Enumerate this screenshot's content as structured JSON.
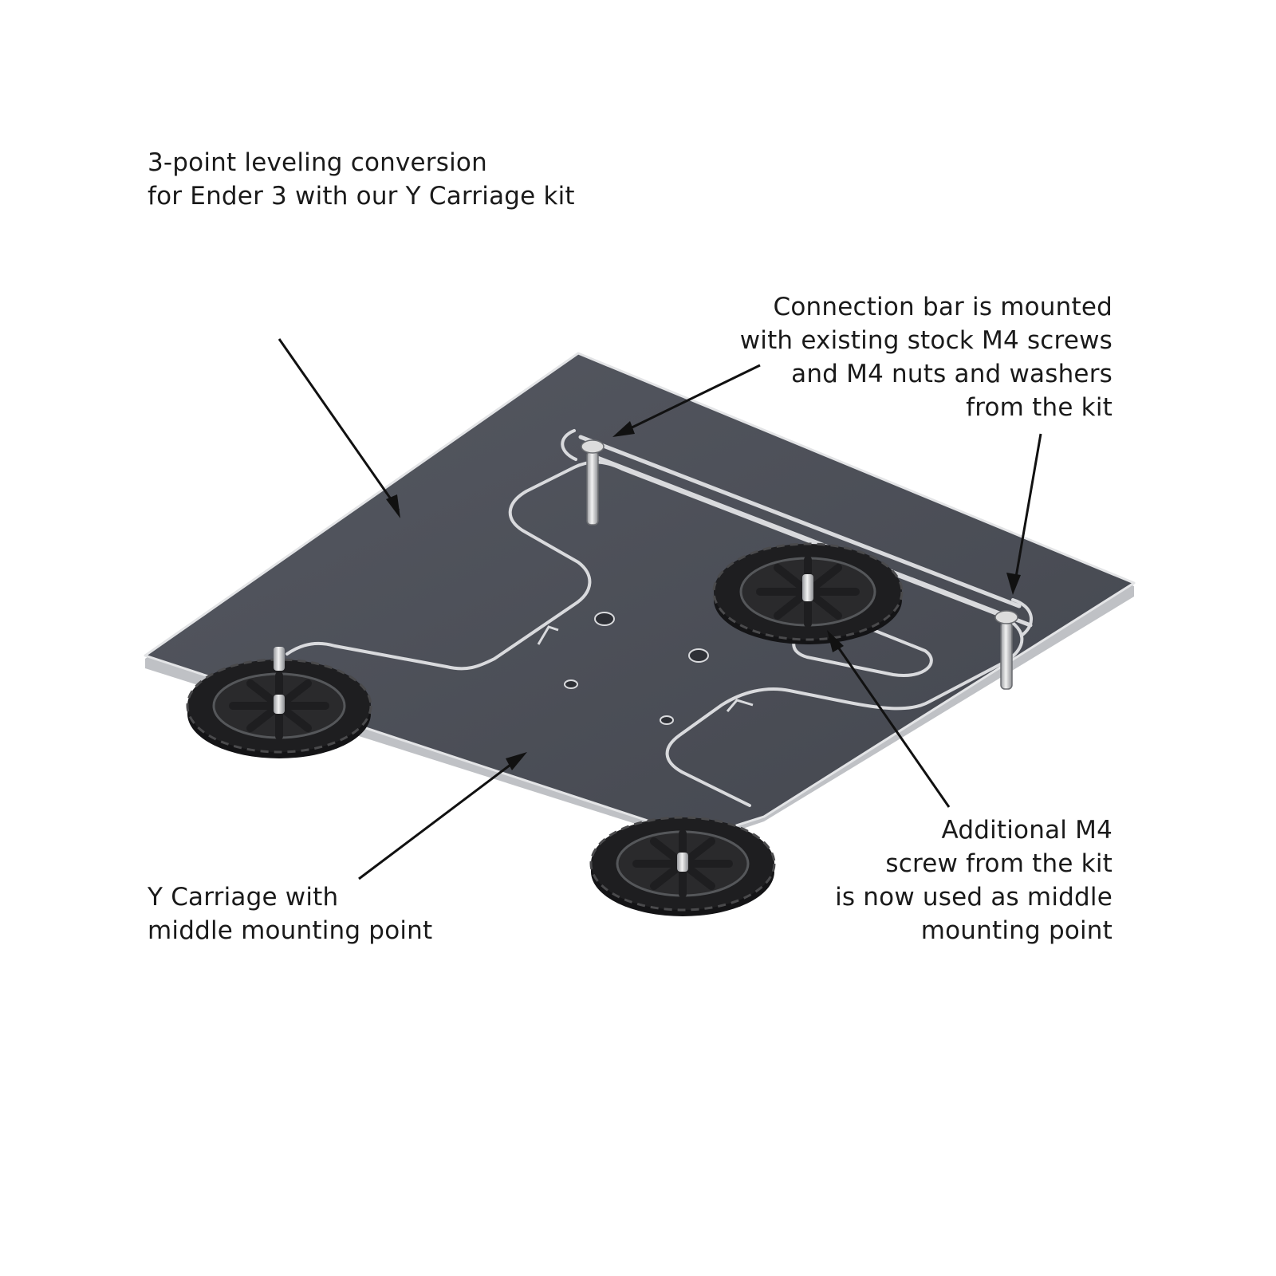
{
  "title": {
    "lines": [
      "3-point leveling conversion",
      "for Ender 3 with our Y Carriage kit"
    ]
  },
  "callouts": {
    "connection_bar": {
      "lines": [
        "Connection bar is mounted",
        "with existing stock M4 screws",
        "and M4 nuts and washers",
        "from the kit"
      ]
    },
    "y_carriage": {
      "lines": [
        "Y Carriage with",
        "middle mounting point"
      ]
    },
    "additional_screw": {
      "lines": [
        "Additional M4",
        "screw from the kit",
        "is now used as middle",
        "mounting point"
      ]
    }
  },
  "colors": {
    "plate": "#4a4d55",
    "plate_edge": "#d9dadd",
    "knob": "#1e1e20",
    "leader": "#111111",
    "text": "#1a1a1a"
  },
  "icons": {
    "leveling_knob": "leveling-knob-icon",
    "screw": "screw-icon"
  }
}
